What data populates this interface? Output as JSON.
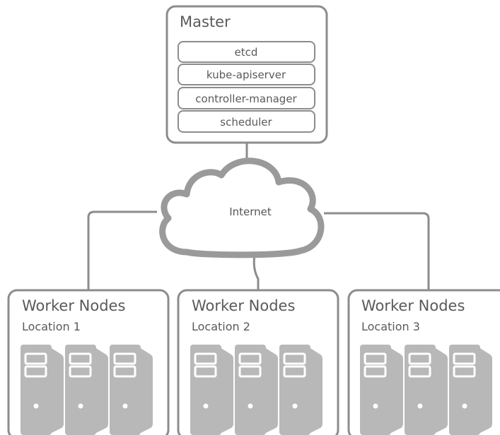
{
  "master": {
    "title": "Master",
    "components": [
      "etcd",
      "kube-apiserver",
      "controller-manager",
      "scheduler"
    ]
  },
  "network": {
    "label": "Internet"
  },
  "worker_groups": [
    {
      "title": "Worker Nodes",
      "location": "Location 1",
      "server_count": 3
    },
    {
      "title": "Worker Nodes",
      "location": "Location 2",
      "server_count": 3
    },
    {
      "title": "Worker Nodes",
      "location": "Location 3",
      "server_count": 3
    }
  ],
  "colors": {
    "stroke": "#8c8c8c",
    "server_fill": "#b8b8b8",
    "server_detail": "#ffffff",
    "text": "#5a5a5a"
  }
}
